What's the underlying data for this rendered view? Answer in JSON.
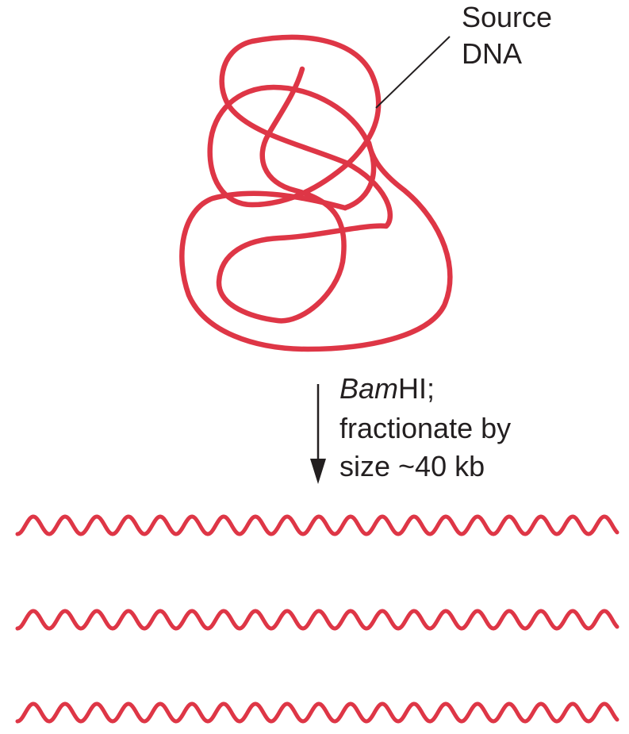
{
  "source_label": {
    "line1": "Source",
    "line2": "DNA"
  },
  "step_label": {
    "enzyme_italic": "Bam",
    "enzyme_rest": "HI;",
    "line2": "fractionate by",
    "line3": "size ~40 kb"
  },
  "fragment_count": 3,
  "colors": {
    "dna": "#de3646",
    "text": "#231f20",
    "background": "#ffffff"
  }
}
